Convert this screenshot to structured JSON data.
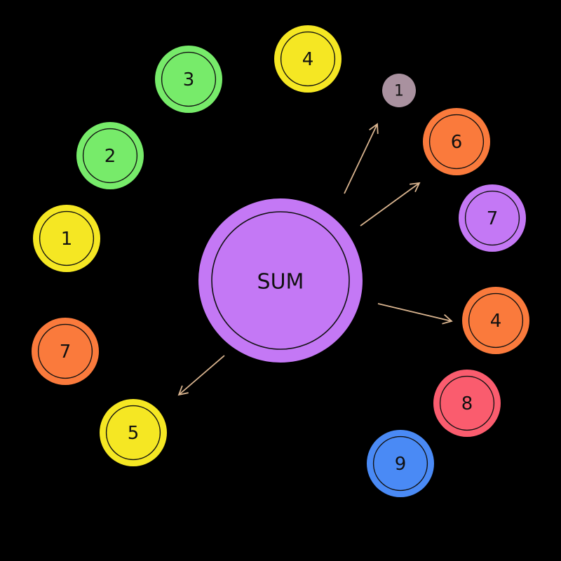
{
  "center": {
    "label": "SUM",
    "color": "#c478f5"
  },
  "arrow_color": "#d9b48f",
  "nodes": [
    {
      "id": "n1",
      "label": "1",
      "color": "#f5e723",
      "ring": true
    },
    {
      "id": "n2",
      "label": "2",
      "color": "#77eb6a",
      "ring": true
    },
    {
      "id": "n3",
      "label": "3",
      "color": "#77eb6a",
      "ring": true
    },
    {
      "id": "n4a",
      "label": "4",
      "color": "#f5e723",
      "ring": true
    },
    {
      "id": "n1b",
      "label": "1",
      "color": "#a9919f",
      "ring": false
    },
    {
      "id": "n6",
      "label": "6",
      "color": "#fa7a3c",
      "ring": true
    },
    {
      "id": "n7a",
      "label": "7",
      "color": "#c478f5",
      "ring": true
    },
    {
      "id": "n4b",
      "label": "4",
      "color": "#fa7a3c",
      "ring": true
    },
    {
      "id": "n8",
      "label": "8",
      "color": "#fa5c6e",
      "ring": true
    },
    {
      "id": "n9",
      "label": "9",
      "color": "#4a8af5",
      "ring": true
    },
    {
      "id": "n7b",
      "label": "7",
      "color": "#fa7a3c",
      "ring": true
    },
    {
      "id": "n5",
      "label": "5",
      "color": "#f5e723",
      "ring": true
    }
  ],
  "arrows": [
    {
      "from": "center",
      "to": "n1b"
    },
    {
      "from": "center",
      "to": "n6"
    },
    {
      "from": "center",
      "to": "n4b"
    },
    {
      "from": "center",
      "to": "n5"
    }
  ]
}
